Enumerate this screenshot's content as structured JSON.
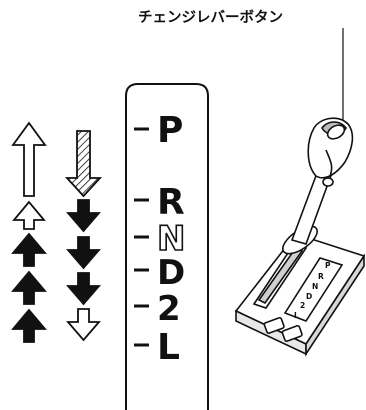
{
  "callout": {
    "label": "チェンジレバーボタン"
  },
  "indicator": {
    "positions": [
      "P",
      "R",
      "N",
      "D",
      "2",
      "L"
    ],
    "n_style": "outline"
  },
  "arrows": {
    "left_column": [
      {
        "direction": "up",
        "style": "outline",
        "size": "large"
      },
      {
        "direction": "up",
        "style": "outline",
        "size": "small"
      },
      {
        "direction": "up",
        "style": "solid"
      },
      {
        "direction": "up",
        "style": "solid"
      },
      {
        "direction": "up",
        "style": "solid"
      }
    ],
    "right_column": [
      {
        "direction": "down",
        "style": "hatched",
        "size": "large"
      },
      {
        "direction": "down",
        "style": "solid"
      },
      {
        "direction": "down",
        "style": "solid"
      },
      {
        "direction": "down",
        "style": "solid"
      },
      {
        "direction": "down",
        "style": "outline"
      }
    ]
  },
  "gate_labels": [
    "P",
    "R",
    "N",
    "D",
    "2",
    "L"
  ]
}
